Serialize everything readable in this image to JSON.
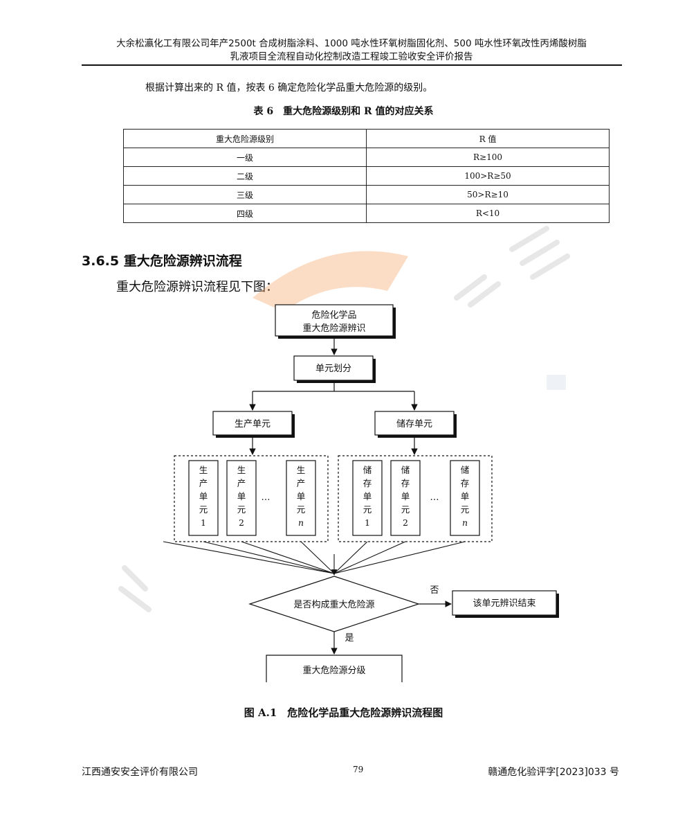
{
  "header": {
    "line1": "大余松瀛化工有限公司年产2500t 合成树脂涂料、1000 吨水性环氧树脂固化剂、500 吨水性环氧改性丙烯酸树脂",
    "line2": "乳液项目全流程自动化控制改造工程竣工验收安全评价报告"
  },
  "intro_text": "根据计算出来的 R 值，按表 6 确定危险化学品重大危险源的级别。",
  "table": {
    "caption": "表 6　重大危险源级别和 R 值的对应关系",
    "headers": [
      "重大危险源级别",
      "R 值"
    ],
    "rows": [
      [
        "一级",
        "R≥100"
      ],
      [
        "二级",
        "100>R≥50"
      ],
      [
        "三级",
        "50>R≥10"
      ],
      [
        "四级",
        "R<10"
      ]
    ]
  },
  "section": {
    "title": "3.6.5 重大危险源辨识流程",
    "text": "重大危险源辨识流程见下图："
  },
  "flowchart": {
    "start_line1": "危险化学品",
    "start_line2": "重大危险源辨识",
    "division": "单元划分",
    "production_unit": "生产单元",
    "storage_unit": "储存单元",
    "prod_items": [
      "生产单元1",
      "生产单元2",
      "生产单元n"
    ],
    "stor_items": [
      "储存单元1",
      "储存单元2",
      "储存单元n"
    ],
    "ellipsis": "…",
    "decision": "是否构成重大危险源",
    "no_label": "否",
    "yes_label": "是",
    "end_box": "该单元辨识结束",
    "grade_box": "重大危险源分级",
    "caption": "图 A.1　危险化学品重大危险源辨识流程图"
  },
  "footer": {
    "company": "江西通安安全评价有限公司",
    "page_number": "79",
    "doc_number": "赣通危化验评字[2023]033 号"
  }
}
